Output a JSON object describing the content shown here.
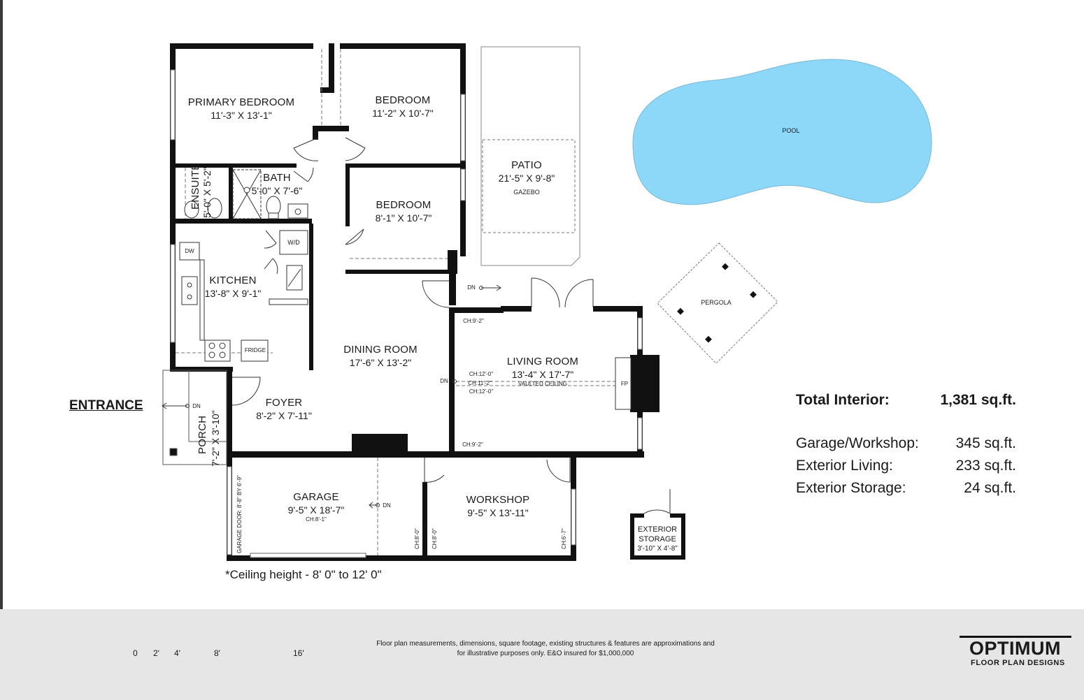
{
  "rooms": {
    "primary_bedroom": {
      "name": "PRIMARY BEDROOM",
      "dim": "11'-3\" X 13'-1\""
    },
    "bedroom_1": {
      "name": "BEDROOM",
      "dim": "11'-2\" X 10'-7\""
    },
    "bedroom_2": {
      "name": "BEDROOM",
      "dim": "8'-1\" X 10'-7\""
    },
    "patio": {
      "name": "PATIO",
      "dim": "21'-5\" X 9'-8\"",
      "note": "GAZEBO"
    },
    "bath": {
      "name": "BATH",
      "dim": "5'-0\" X 7'-6\""
    },
    "ensuite": {
      "name": "ENSUITE",
      "dim": "5'-0\" X 5'-2\""
    },
    "kitchen": {
      "name": "KITCHEN",
      "dim": "13'-8\" X 9'-1\""
    },
    "dining_room": {
      "name": "DINING ROOM",
      "dim": "17'-6\" X 13'-2\""
    },
    "living_room": {
      "name": "LIVING ROOM",
      "dim": "13'-4\" X 17'-7\"",
      "note": "VAULTED CEILING"
    },
    "foyer": {
      "name": "FOYER",
      "dim": "8'-2\" X 7'-11\""
    },
    "porch": {
      "name": "PORCH",
      "dim": "7'-2\" X 3'-10\""
    },
    "garage": {
      "name": "GARAGE",
      "dim": "9'-5\" X 18'-7\"",
      "ch": "CH:8'-1\""
    },
    "workshop": {
      "name": "WORKSHOP",
      "dim": "9'-5\" X 13'-11\""
    },
    "exterior_storage": {
      "name_line1": "EXTERIOR",
      "name_line2": "STORAGE",
      "dim": "3'-10\" X 4'-8\""
    }
  },
  "features": {
    "pool": "POOL",
    "pergola": "PERGOLA",
    "dw": "DW",
    "wd": "W/D",
    "fridge": "FRIDGE",
    "fp": "FP",
    "garage_door": "GARAGE DOOR: 8'-8\" BY 6'-9\""
  },
  "annotations": {
    "dn": "DN",
    "ch_9_2": "CH:9'-2\"",
    "ch_12_0": "CH:12'-0\"",
    "ch_11_2": "CH:11'-2\"",
    "ch_8_0": "CH:8'-0\"",
    "ch_6_7": "CH:6'-7\""
  },
  "entrance": "ENTRANCE",
  "ceiling_note": "*Ceiling height - 8' 0\" to 12' 0\"",
  "areas": {
    "total": {
      "label": "Total Interior:",
      "value": "1,381 sq.ft."
    },
    "garage_workshop": {
      "label": "Garage/Workshop:",
      "value": "345 sq.ft."
    },
    "exterior_living": {
      "label": "Exterior Living:",
      "value": "233 sq.ft."
    },
    "exterior_storage": {
      "label": "Exterior Storage:",
      "value": "24 sq.ft."
    }
  },
  "scale": {
    "labels": [
      "0",
      "2'",
      "4'",
      "8'",
      "16'"
    ]
  },
  "disclaimer": {
    "line1": "Floor plan measurements, dimensions, square footage, existing structures & features are approximations and",
    "line2": "for illustrative purposes only.  E&O insured for $1,000,000"
  },
  "brand": {
    "name": "OPTIMUM",
    "tagline": "FLOOR PLAN DESIGNS"
  },
  "colors": {
    "wall": "#111111",
    "pool": "#8dd8f8",
    "footer": "#e6e6e6"
  }
}
